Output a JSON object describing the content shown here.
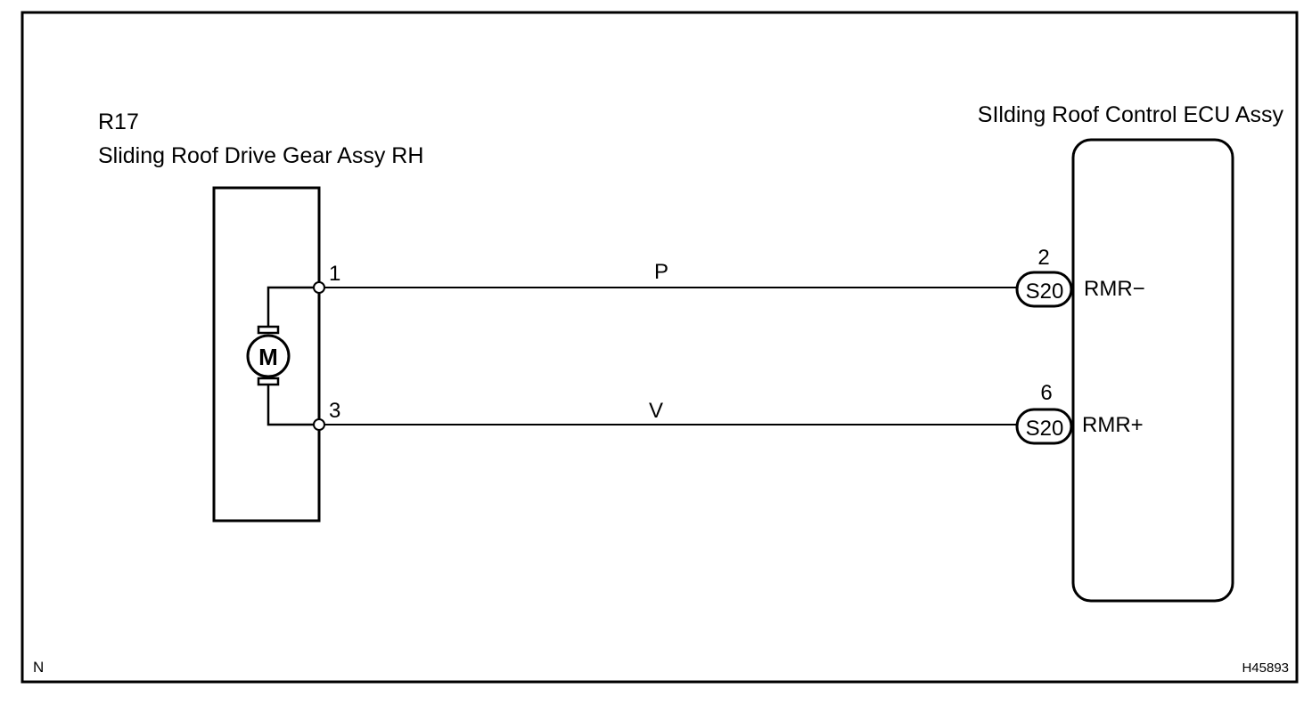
{
  "component_left": {
    "code": "R17",
    "name": "Sliding Roof Drive Gear Assy RH",
    "motor_symbol": "M",
    "pins": [
      {
        "number": "1"
      },
      {
        "number": "3"
      }
    ]
  },
  "component_right": {
    "name": "SIlding Roof Control ECU Assy",
    "terminals": [
      {
        "pin": "2",
        "connector": "S20",
        "signal": "RMR−"
      },
      {
        "pin": "6",
        "connector": "S20",
        "signal": "RMR+"
      }
    ]
  },
  "wires": [
    {
      "color_code": "P"
    },
    {
      "color_code": "V"
    }
  ],
  "corner_marks": {
    "bottom_left": "N",
    "bottom_right": "H45893"
  }
}
